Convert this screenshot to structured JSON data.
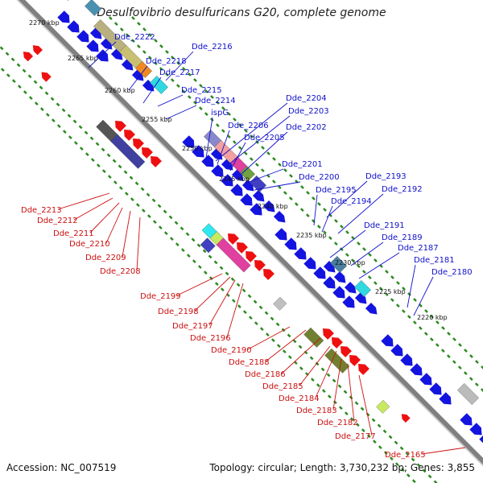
{
  "title": "Desulfovibrio desulfuricans G20, complete genome",
  "accession_text": "Accession: NC_007519",
  "summary_text": "Topology: circular; Length: 3,730,232 bp; Genes: 3,855",
  "colors": {
    "backbone": "#808080",
    "tick_dots": "#2a8a1e",
    "label_top": "#1010cc",
    "label_bottom": "#cc1010",
    "forward_gene": "#1414e0",
    "reverse_gene": "#ee1010"
  },
  "ticks": [
    "2270 kbp",
    "2265 kbp",
    "2260 kbp",
    "2255 kbp",
    "2250 kbp",
    "2245 kbp",
    "2240 kbp",
    "2235 kbp",
    "2230 kbp",
    "2225 kbp",
    "2220 kbp"
  ],
  "top_labels": [
    "Dde_2222",
    "Dde_2216",
    "Dde_2218",
    "Dde_2217",
    "Dde_2215",
    "Dde_2214",
    "ispG",
    "Dde_2204",
    "Dde_2203",
    "Dde_2206",
    "Dde_2202",
    "Dde_2205",
    "Dde_2201",
    "Dde_2200",
    "Dde_2193",
    "Dde_2195",
    "Dde_2192",
    "Dde_2194",
    "Dde_2191",
    "Dde_2189",
    "Dde_2187",
    "Dde_2181",
    "Dde_2180"
  ],
  "bottom_labels": [
    "Dde_2213",
    "Dde_2212",
    "Dde_2211",
    "Dde_2210",
    "Dde_2209",
    "Dde_2208",
    "Dde_2199",
    "Dde_2198",
    "Dde_2197",
    "Dde_2196",
    "Dde_2190",
    "Dde_2188",
    "Dde_2186",
    "Dde_2185",
    "Dde_2184",
    "Dde_2183",
    "Dde_2182",
    "Dde_2177",
    "Dde_2165"
  ]
}
